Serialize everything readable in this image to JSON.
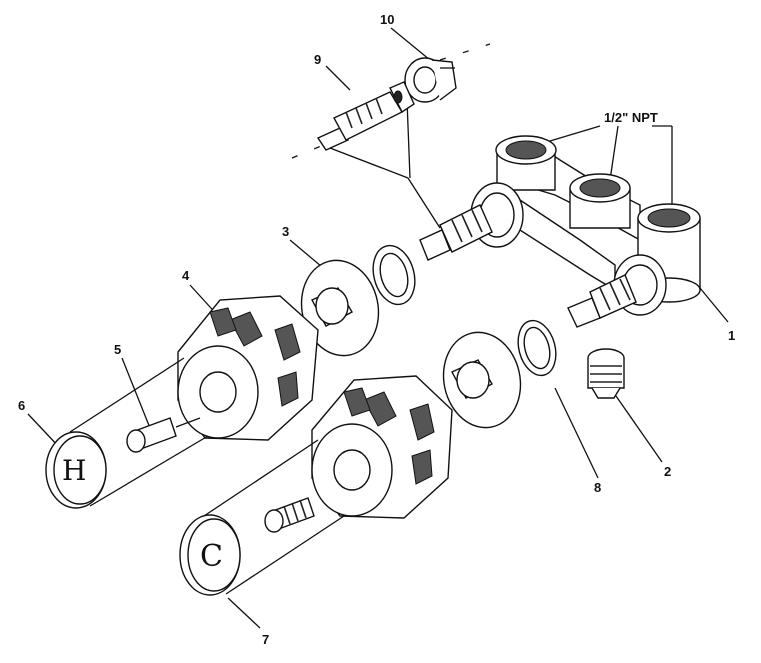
{
  "diagram": {
    "labels": {
      "p1": "1",
      "p2": "2",
      "p3": "3",
      "p4": "4",
      "p5": "5",
      "p6": "6",
      "p7": "7",
      "p8": "8",
      "p9": "9",
      "p10": "10",
      "npt": "1/2\" NPT"
    }
  }
}
